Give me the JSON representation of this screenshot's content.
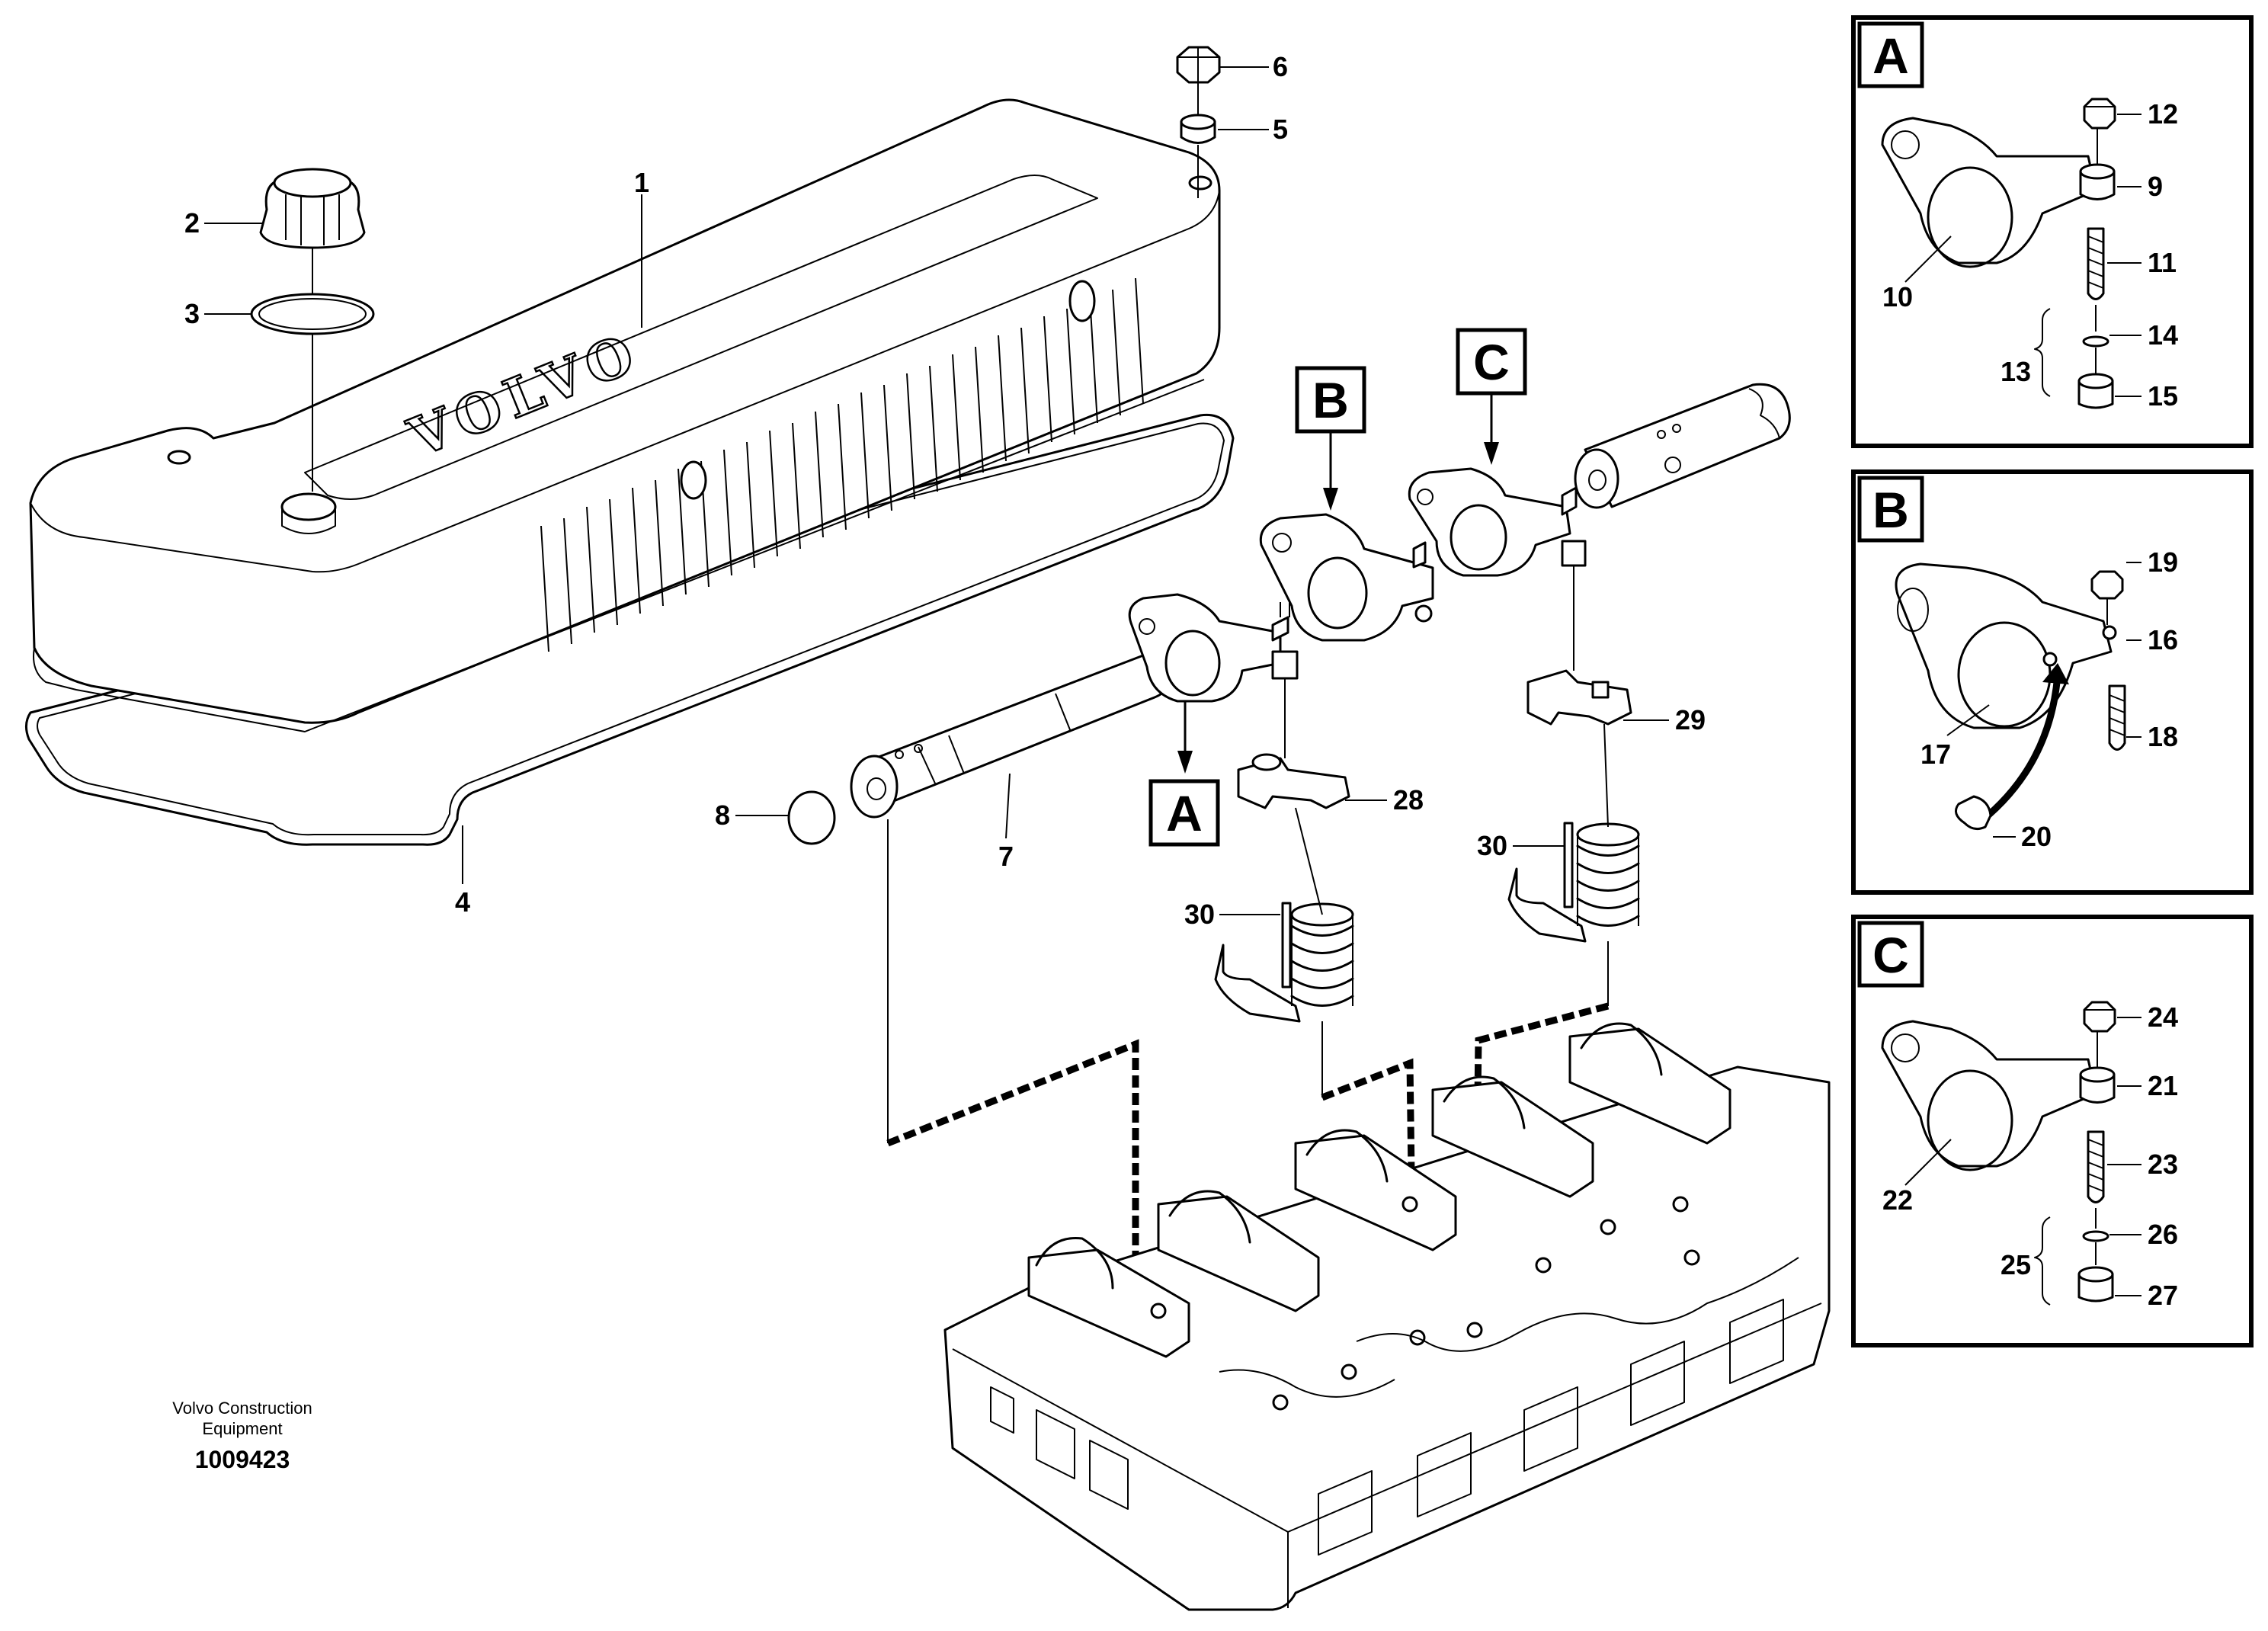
{
  "callouts": [
    {
      "id": "1",
      "text": "1"
    },
    {
      "id": "2",
      "text": "2"
    },
    {
      "id": "3",
      "text": "3"
    },
    {
      "id": "4",
      "text": "4"
    },
    {
      "id": "5",
      "text": "5"
    },
    {
      "id": "6",
      "text": "6"
    },
    {
      "id": "7",
      "text": "7"
    },
    {
      "id": "8",
      "text": "8"
    },
    {
      "id": "9",
      "text": "9"
    },
    {
      "id": "10",
      "text": "10"
    },
    {
      "id": "11",
      "text": "11"
    },
    {
      "id": "12",
      "text": "12"
    },
    {
      "id": "13",
      "text": "13"
    },
    {
      "id": "14",
      "text": "14"
    },
    {
      "id": "15",
      "text": "15"
    },
    {
      "id": "16",
      "text": "16"
    },
    {
      "id": "17",
      "text": "17"
    },
    {
      "id": "18",
      "text": "18"
    },
    {
      "id": "19",
      "text": "19"
    },
    {
      "id": "20",
      "text": "20"
    },
    {
      "id": "21",
      "text": "21"
    },
    {
      "id": "22",
      "text": "22"
    },
    {
      "id": "23",
      "text": "23"
    },
    {
      "id": "24",
      "text": "24"
    },
    {
      "id": "25",
      "text": "25"
    },
    {
      "id": "26",
      "text": "26"
    },
    {
      "id": "27",
      "text": "27"
    },
    {
      "id": "28",
      "text": "28"
    },
    {
      "id": "29",
      "text": "29"
    },
    {
      "id": "30a",
      "text": "30"
    },
    {
      "id": "30b",
      "text": "30"
    }
  ],
  "detail_tags": {
    "a": "A",
    "b": "B",
    "c": "C"
  },
  "cover_logo": "VOLVO",
  "caption": {
    "line1": "Volvo Construction",
    "line2": "Equipment",
    "doc_number": "1009423"
  }
}
